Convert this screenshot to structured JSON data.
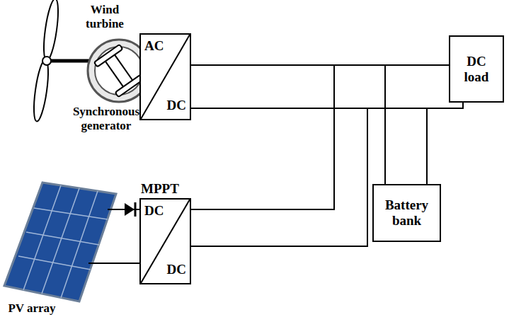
{
  "diagram": {
    "nodes": [
      {
        "text": [
          "AC",
          "DC"
        ]
      },
      {
        "text": [
          "MPPT",
          "DC",
          "DC"
        ]
      },
      {
        "text": [
          "DC load"
        ]
      },
      {
        "text": [
          "Battery bank"
        ]
      }
    ],
    "edges": [
      {
        "from": 0,
        "to": 2,
        "arrow": "none"
      },
      {
        "from": 0,
        "to": 3,
        "arrow": "none"
      },
      {
        "from": 1,
        "to": 2,
        "arrow": "none"
      },
      {
        "from": 1,
        "to": 3,
        "arrow": "none"
      }
    ],
    "labels": [
      "Wind turbine",
      "Synchronous generator",
      "PV array"
    ]
  }
}
